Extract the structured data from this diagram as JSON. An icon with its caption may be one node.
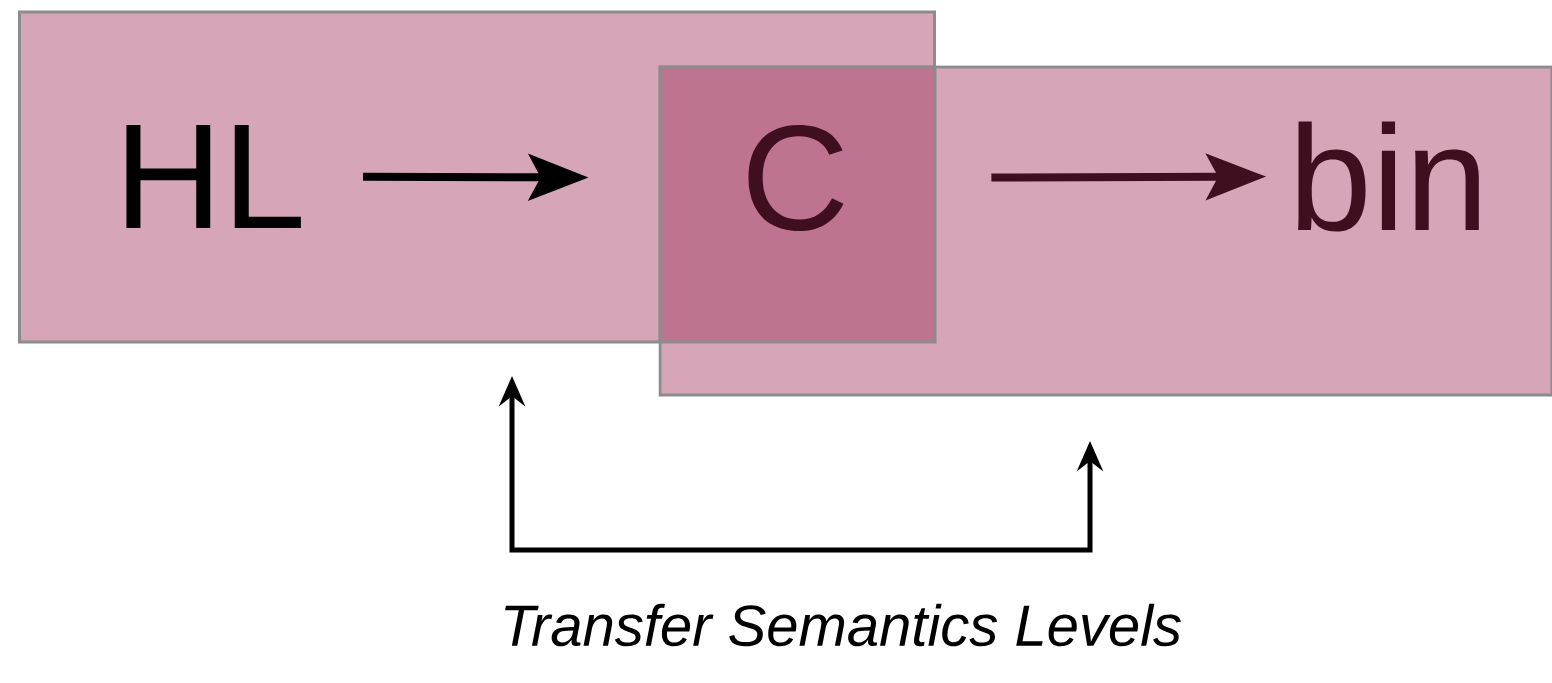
{
  "diagram": {
    "nodes": [
      {
        "text": [],
        "shape": "box"
      },
      {
        "text": [],
        "shape": "box"
      },
      {
        "text": [
          "HL"
        ],
        "in": 0
      },
      {
        "text": [
          "C"
        ]
      },
      {
        "text": [
          "bin"
        ],
        "in": 1
      }
    ],
    "edges": [
      {
        "from": 2,
        "to": 3,
        "arrow": "to"
      },
      {
        "from": 3,
        "to": 4,
        "arrow": "to"
      },
      {
        "from": 0,
        "to": 1,
        "arrow": "both",
        "label": "Transfer Semantics Levels"
      }
    ]
  }
}
